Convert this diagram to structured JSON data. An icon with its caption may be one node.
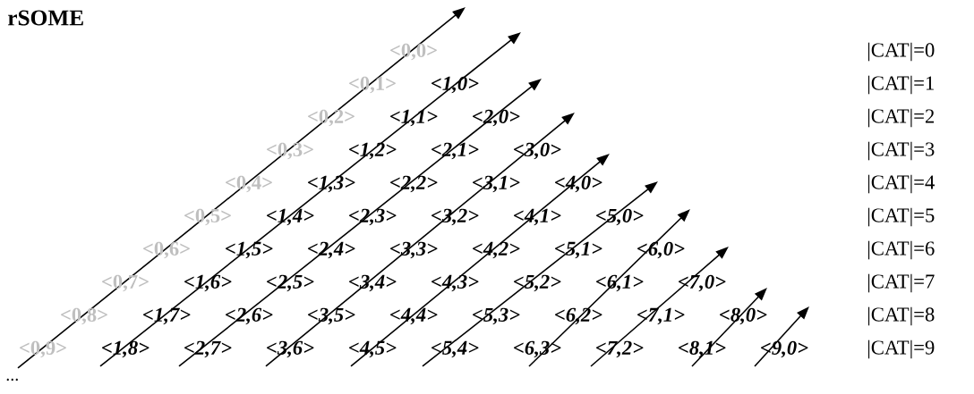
{
  "diagram": {
    "title": "rSOME",
    "labels": [
      "<0,0>",
      "|CAT|=0",
      "<0,1>",
      "<1,0>",
      "|CAT|=1",
      "<0,2>",
      "<1,1>",
      "<2,0>",
      "|CAT|=2",
      "<0,3>",
      "<1,2>",
      "<2,1>",
      "<3,0>",
      "|CAT|=3",
      "<0,4>",
      "<1,3>",
      "<2,2>",
      "<3,1>",
      "<4,0>",
      "|CAT|=4",
      "<0,5>",
      "<1,4>",
      "<2,3>",
      "<3,2>",
      "<4,1>",
      "<5,0>",
      "|CAT|=5",
      "<0,6>",
      "<1,5>",
      "<2,4>",
      "<3,3>",
      "<4,2>",
      "<5,1>",
      "<6,0>",
      "|CAT|=6",
      "<0,7>",
      "<1,6>",
      "<2,5>",
      "<3,4>",
      "<4,3>",
      "<5,2>",
      "<6,1>",
      "<7,0>",
      "|CAT|=7",
      "<0,8>",
      "<1,7>",
      "<2,6>",
      "<3,5>",
      "<4,4>",
      "<5,3>",
      "<6,2>",
      "<7,1>",
      "<8,0>",
      "|CAT|=8",
      "<0,9>",
      "<1,8>",
      "<2,7>",
      "<3,6>",
      "<4,5>",
      "<5,4>",
      "<6,3>",
      "<7,2>",
      "<8,1>",
      "<9,0>",
      "|CAT|=9",
      "..."
    ]
  }
}
